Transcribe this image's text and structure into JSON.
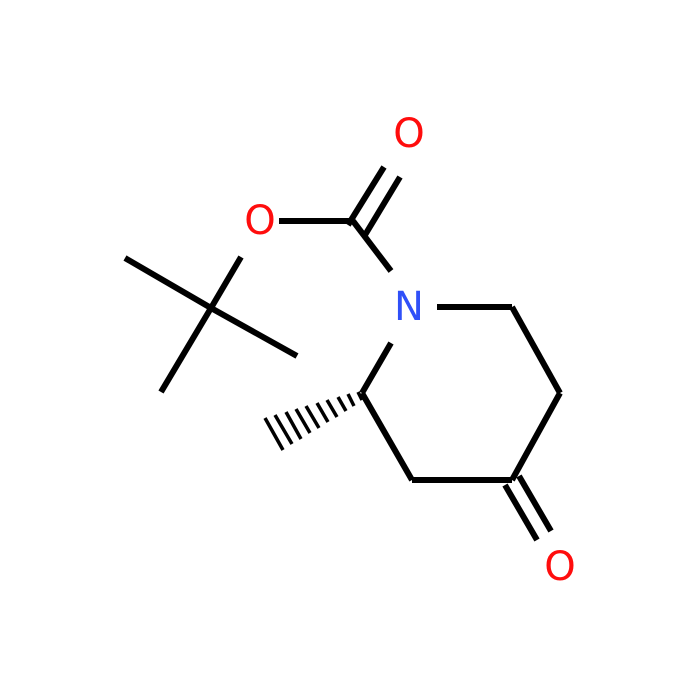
{
  "colors": {
    "bond": "#000000",
    "oxygen": "#ff0d0d",
    "nitrogen": "#3050f8",
    "background": "#ffffff"
  },
  "atoms": {
    "carbonyl_oxygen": {
      "label": "O",
      "element": "oxygen"
    },
    "ester_oxygen": {
      "label": "O",
      "element": "oxygen"
    },
    "ring_nitrogen": {
      "label": "N",
      "element": "nitrogen"
    },
    "ketone_oxygen": {
      "label": "O",
      "element": "oxygen"
    }
  }
}
